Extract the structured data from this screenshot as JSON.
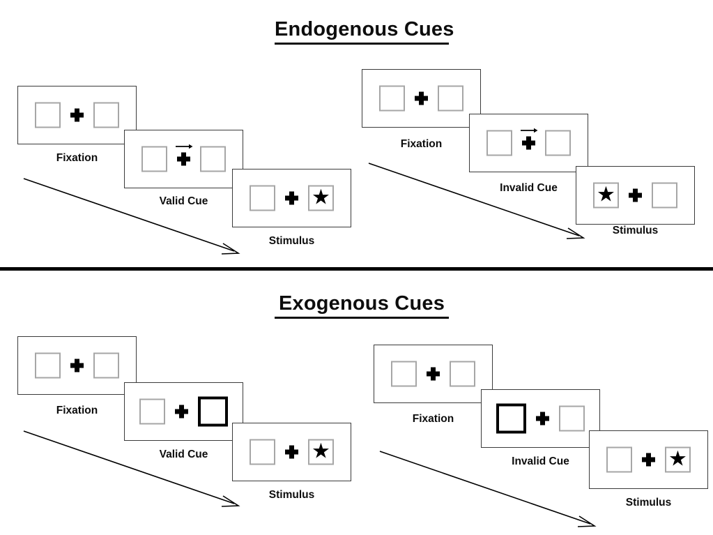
{
  "figure": {
    "title_top": "Endogenous Cues",
    "title_bottom": "Exogenous Cues"
  },
  "labels": {
    "fixation": "Fixation",
    "valid_cue": "Valid Cue",
    "invalid_cue": "Invalid Cue",
    "stimulus": "Stimulus"
  },
  "glyphs": {
    "star": "★"
  },
  "colors": {
    "text": "#0d0d0d",
    "frame_border": "#3a3a3a",
    "box_border": "#a6a6a6",
    "cue_border": "#000000",
    "divider": "#000000"
  },
  "sections": [
    {
      "id": "endogenous",
      "title": "Endogenous Cues",
      "cue_type": "arrow",
      "sequences": [
        {
          "id": "endogenous-valid",
          "validity": "valid",
          "panels": [
            {
              "name": "fixation",
              "caption": "Fixation",
              "left_box": "empty",
              "right_box": "empty",
              "center": "plus"
            },
            {
              "name": "valid-cue",
              "caption": "Valid Cue",
              "left_box": "empty",
              "right_box": "empty",
              "center": "plus-arrow-right"
            },
            {
              "name": "stimulus",
              "caption": "Stimulus",
              "left_box": "empty",
              "right_box": "star",
              "center": "plus"
            }
          ]
        },
        {
          "id": "endogenous-invalid",
          "validity": "invalid",
          "panels": [
            {
              "name": "fixation",
              "caption": "Fixation",
              "left_box": "empty",
              "right_box": "empty",
              "center": "plus"
            },
            {
              "name": "invalid-cue",
              "caption": "Invalid Cue",
              "left_box": "empty",
              "right_box": "empty",
              "center": "plus-arrow-right"
            },
            {
              "name": "stimulus",
              "caption": "Stimulus",
              "left_box": "star",
              "right_box": "empty",
              "center": "plus"
            }
          ]
        }
      ]
    },
    {
      "id": "exogenous",
      "title": "Exogenous Cues",
      "cue_type": "box-flash",
      "sequences": [
        {
          "id": "exogenous-valid",
          "validity": "valid",
          "panels": [
            {
              "name": "fixation",
              "caption": "Fixation",
              "left_box": "empty",
              "right_box": "empty",
              "center": "plus"
            },
            {
              "name": "valid-cue",
              "caption": "Valid Cue",
              "left_box": "empty",
              "right_box": "cue-bold",
              "center": "plus"
            },
            {
              "name": "stimulus",
              "caption": "Stimulus",
              "left_box": "empty",
              "right_box": "star",
              "center": "plus"
            }
          ]
        },
        {
          "id": "exogenous-invalid",
          "validity": "invalid",
          "panels": [
            {
              "name": "fixation",
              "caption": "Fixation",
              "left_box": "empty",
              "right_box": "empty",
              "center": "plus"
            },
            {
              "name": "invalid-cue",
              "caption": "Invalid Cue",
              "left_box": "cue-bold",
              "right_box": "empty",
              "center": "plus"
            },
            {
              "name": "stimulus",
              "caption": "Stimulus",
              "left_box": "empty",
              "right_box": "star",
              "center": "plus"
            }
          ]
        }
      ]
    }
  ]
}
